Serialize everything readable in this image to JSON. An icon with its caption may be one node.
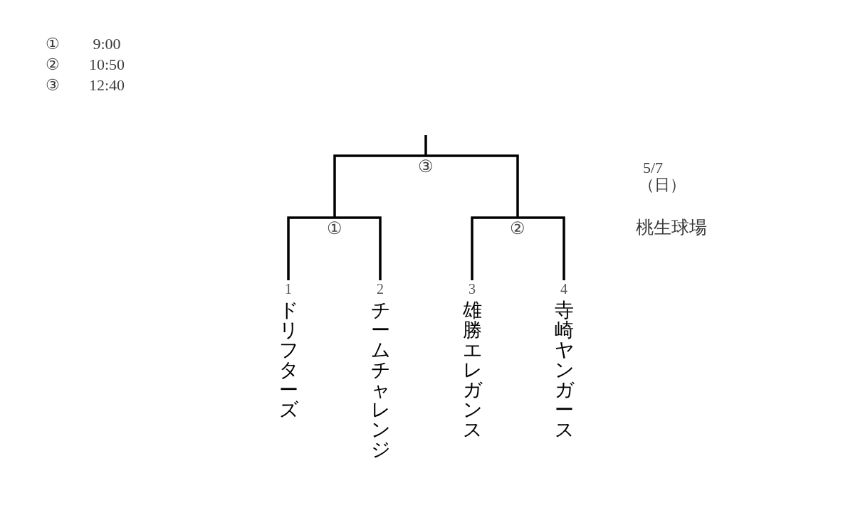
{
  "diagram": {
    "nodes": [
      {
        "text": [
          "③"
        ]
      },
      {
        "text": [
          "①"
        ]
      },
      {
        "text": [
          "②"
        ]
      },
      {
        "text": [
          "1",
          "ドリフターズ"
        ]
      },
      {
        "text": [
          "2",
          "チームチャレンジ"
        ]
      },
      {
        "text": [
          "3",
          "雄勝エレガンス"
        ]
      },
      {
        "text": [
          "4",
          "寺崎ヤンガース"
        ]
      }
    ],
    "edges": [
      {
        "from": 3,
        "to": 1,
        "arrow": "none"
      },
      {
        "from": 4,
        "to": 1,
        "arrow": "none"
      },
      {
        "from": 5,
        "to": 2,
        "arrow": "none"
      },
      {
        "from": 6,
        "to": 2,
        "arrow": "none"
      },
      {
        "from": 1,
        "to": 0,
        "arrow": "none"
      },
      {
        "from": 2,
        "to": 0,
        "arrow": "none"
      },
      {
        "from": 0,
        "to": null,
        "arrow": "none"
      }
    ],
    "labels": [
      "①",
      "9:00",
      "②",
      "10:50",
      "③",
      "12:40",
      "5/7",
      "（日）",
      "桃生球場"
    ]
  }
}
